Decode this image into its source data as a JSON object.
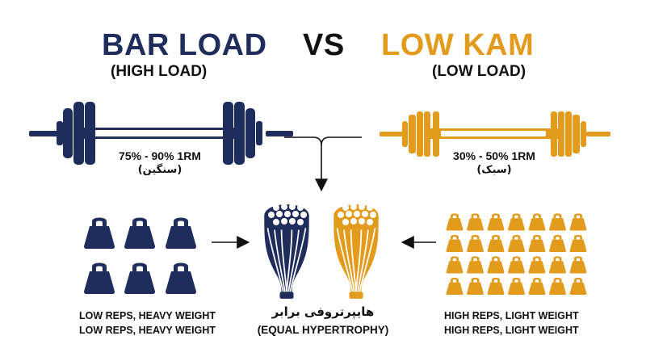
{
  "colors": {
    "navy": "#1f2d5c",
    "gold": "#e39b1d",
    "text": "#111111",
    "white": "#ffffff"
  },
  "left": {
    "title": "BAR LOAD",
    "subtitle": "(HIGH LOAD)",
    "percent": "75% - 90% 1RM",
    "intensity": "(سنگین)",
    "reps_line1": "LOW REPS, HEAVY WEIGHT",
    "reps_line2": "LOW REPS, HEAVY WEIGHT",
    "icons": {
      "barbell": "barbell-icon",
      "weight": "kettlebell-weight-icon"
    }
  },
  "vs_text": "VS",
  "right": {
    "title": "LOW KAM",
    "subtitle": "(LOW LOAD)",
    "percent": "30% - 50% 1RM",
    "intensity": "(سبک)",
    "reps_line1": "HIGH REPS, LIGHT WEIGHT",
    "reps_line2": "HIGH REPS, LIGHT WEIGHT",
    "icons": {
      "barbell": "barbell-icon",
      "weight": "kettlebell-weight-icon"
    }
  },
  "center": {
    "label_fa": "هایپرتروفی برابر",
    "label_en": "(EQUAL HYPERTROPHY)",
    "icons": [
      "muscle-fiber-bundle-icon",
      "muscle-fiber-bundle-icon"
    ]
  }
}
